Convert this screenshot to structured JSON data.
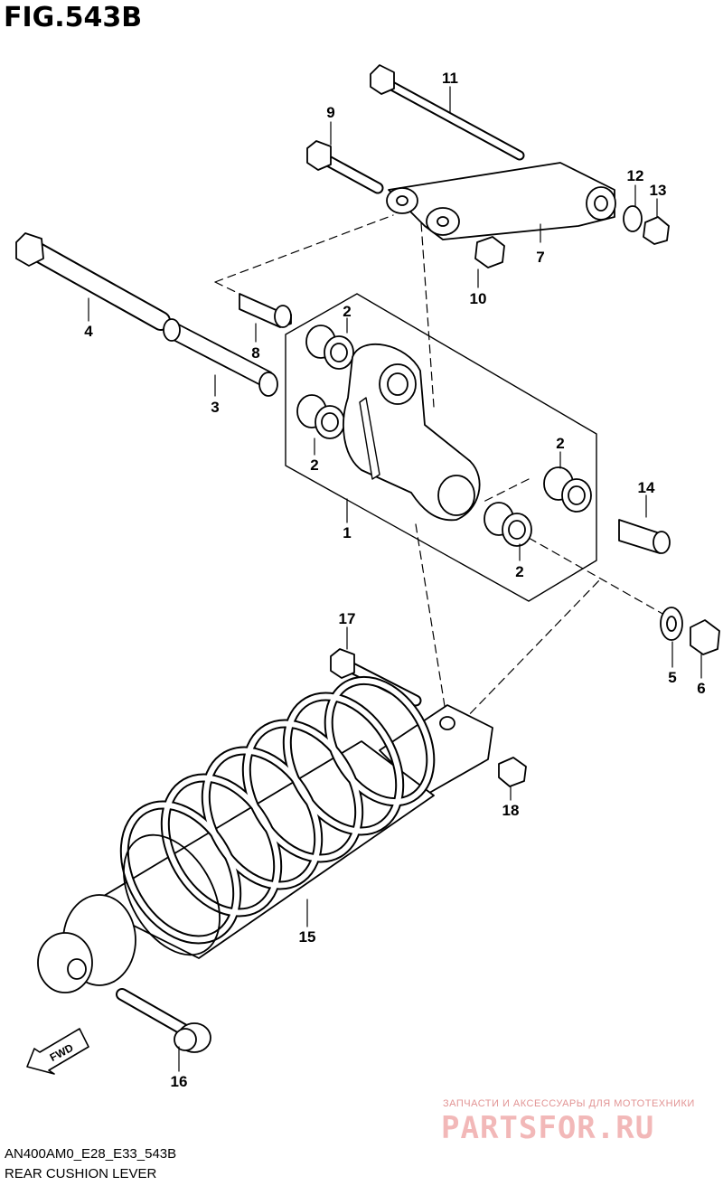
{
  "figure": {
    "title": "FIG.543B",
    "code": "AN400AM0_E28_E33_543B",
    "name": "REAR CUSHION LEVER"
  },
  "callouts": [
    "1",
    "2",
    "2",
    "2",
    "2",
    "3",
    "4",
    "5",
    "6",
    "7",
    "8",
    "9",
    "10",
    "11",
    "12",
    "13",
    "14",
    "15",
    "16",
    "17",
    "18"
  ],
  "fwd_label": "FWD",
  "watermark": {
    "tagline": "ЗАПЧАСТИ И АКСЕССУАРЫ ДЛЯ МОТОТЕХНИКИ",
    "logo": "PARTSFOR.RU"
  },
  "colors": {
    "line": "#000000",
    "fill": "#ffffff",
    "watermark": "#f2b8b8"
  }
}
